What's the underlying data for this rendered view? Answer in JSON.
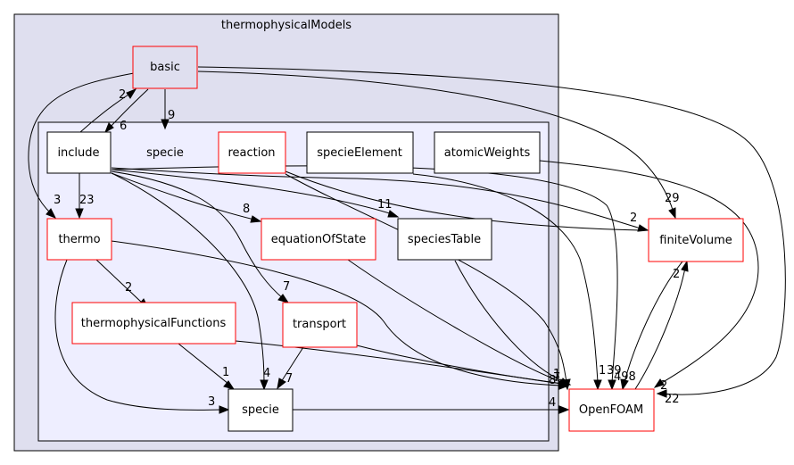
{
  "clusters": {
    "outer_title": "thermophysicalModels",
    "inner_title": "specie"
  },
  "nodes": {
    "basic": "basic",
    "include": "include",
    "reaction": "reaction",
    "specieElement": "specieElement",
    "atomicWeights": "atomicWeights",
    "thermo": "thermo",
    "equationOfState": "equationOfState",
    "speciesTable": "speciesTable",
    "thermophysicalFunctions": "thermophysicalFunctions",
    "transport": "transport",
    "specie": "specie",
    "finiteVolume": "finiteVolume",
    "OpenFOAM": "OpenFOAM"
  },
  "edge_labels": {
    "include_basic": "2",
    "basic_include": "6",
    "basic_specie_cluster": "9",
    "basic_thermo": "3",
    "basic_finiteVolume": "29",
    "basic_OpenFOAM": "22",
    "include_thermo": "23",
    "include_equationOfState": "8",
    "include_speciesTable": "11",
    "include_transport": "7",
    "include_specie": "4",
    "include_finiteVolume": "2",
    "include_OpenFOAM": "39",
    "thermo_thermophysicalFunctions": "2",
    "thermo_specie": "3",
    "thermophysicalFunctions_specie": "1",
    "transport_specie": "7",
    "specie_OpenFOAM": "4",
    "reaction_OpenFOAM": "1",
    "equationOfState_OpenFOAM": "7",
    "speciesTable_OpenFOAM": "1",
    "thermo_OpenFOAM": "8",
    "specieElement_OpenFOAM": "1",
    "atomicWeights_OpenFOAM": "2",
    "finiteVolume_OpenFOAM": "498",
    "OpenFOAM_finiteVolume": "2"
  }
}
